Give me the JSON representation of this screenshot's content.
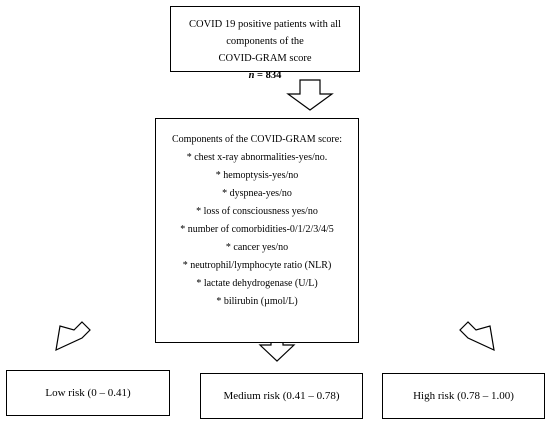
{
  "top_box": {
    "line1": "COVID 19 positive patients with all components of the",
    "line2": "COVID-GRAM score",
    "n_label": "n",
    "n_value": " = 834"
  },
  "components": {
    "title": "Components of the COVID-GRAM score:",
    "items": [
      "* chest x-ray abnormalities-yes/no.",
      "* hemoptysis-yes/no",
      "* dyspnea-yes/no",
      "* loss of consciousness yes/no",
      "* number of comorbidities-0/1/2/3/4/5",
      "* cancer yes/no",
      "* neutrophil/lymphocyte ratio (NLR)",
      "* lactate dehydrogenase (U/L)",
      "* bilirubin (µmol/L)"
    ]
  },
  "risk": {
    "low": "Low risk (0 – 0.41)",
    "medium": "Medium risk (0.41 – 0.78)",
    "high": "High risk (0.78 – 1.00)"
  }
}
